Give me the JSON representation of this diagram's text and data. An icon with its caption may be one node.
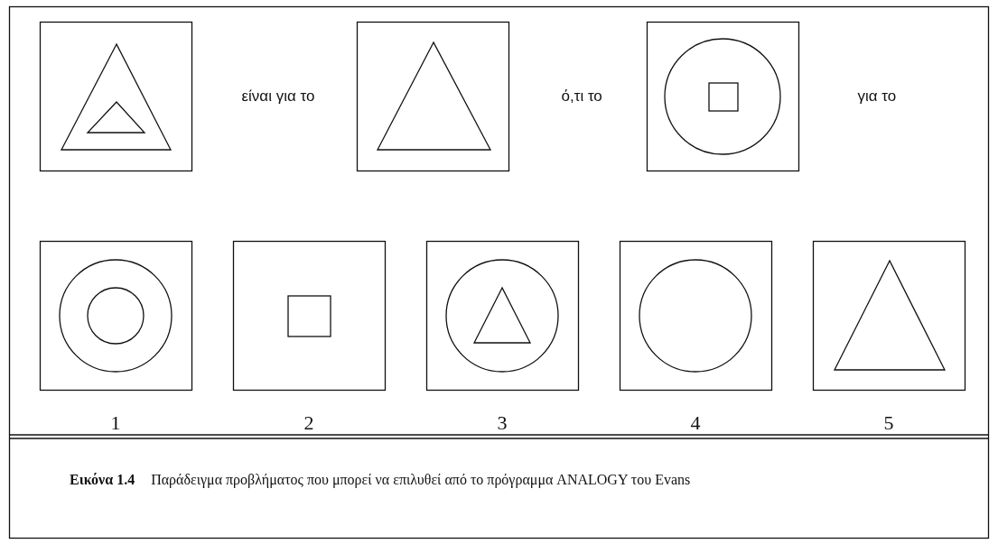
{
  "diagram": {
    "caption": "**Εικόνα 1.4** Παράδειγμα προβλήματος που μπορεί να επιλυθεί από το πρόγραμμα ANALOGY του Evans",
    "labels": [
      "είναι για το",
      "ό,τι το",
      "για το",
      "1",
      "2",
      "3",
      "4",
      "5"
    ]
  }
}
